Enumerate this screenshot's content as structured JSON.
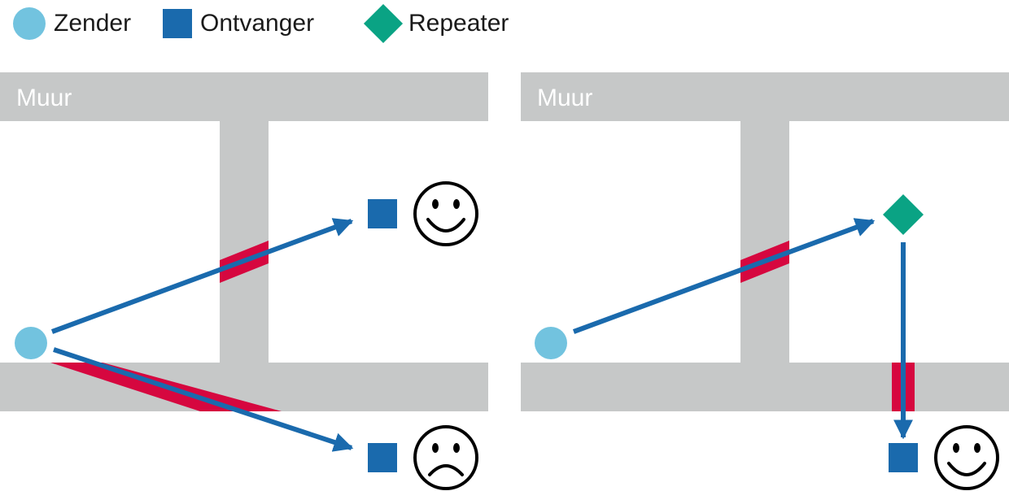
{
  "legend": {
    "transmitter_label": "Zender",
    "receiver_label": "Ontvanger",
    "repeater_label": "Repeater"
  },
  "panels": {
    "left": {
      "wall_label": "Muur"
    },
    "right": {
      "wall_label": "Muur"
    }
  },
  "colors": {
    "transmitter": "#72c3df",
    "receiver": "#1a6aad",
    "repeater": "#0aa384",
    "wall": "#c6c8c8",
    "attenuation": "#d6073f",
    "signal": "#1a6aad",
    "face": "#000000"
  },
  "icons": [
    "happy-face-icon",
    "sad-face-icon"
  ]
}
